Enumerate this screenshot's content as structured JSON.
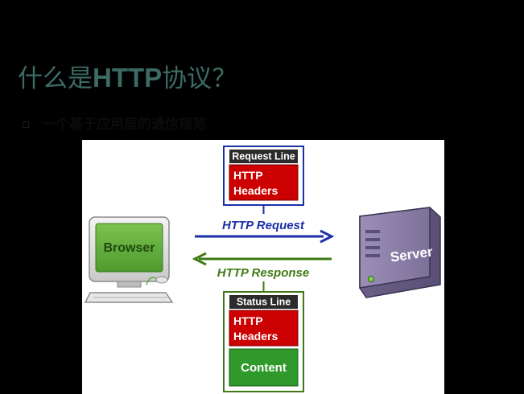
{
  "slide": {
    "title_pre": "什么是",
    "title_latin": "HTTP",
    "title_post": "协议？",
    "bullet": "一个基于应用层的通信规范"
  },
  "diagram": {
    "browser_label": "Browser",
    "server_label": "Server",
    "request": {
      "label": "HTTP Request",
      "line_label": "Request Line",
      "headers_line1": "HTTP",
      "headers_line2": "Headers"
    },
    "response": {
      "label": "HTTP Response",
      "line_label": "Status Line",
      "headers_line1": "HTTP",
      "headers_line2": "Headers",
      "content_label": "Content"
    },
    "icons": {
      "browser": "computer-monitor-icon",
      "server": "server-tower-icon"
    },
    "colors": {
      "title": "#3c6b64",
      "request_blue": "#1a2fa8",
      "response_green": "#3f7a14",
      "headers_red": "#cc0000",
      "content_green": "#2f9a2a",
      "line_dark": "#2b2b2b",
      "screen_green": "#5fa83a",
      "server_purple": "#8a7da6"
    }
  }
}
